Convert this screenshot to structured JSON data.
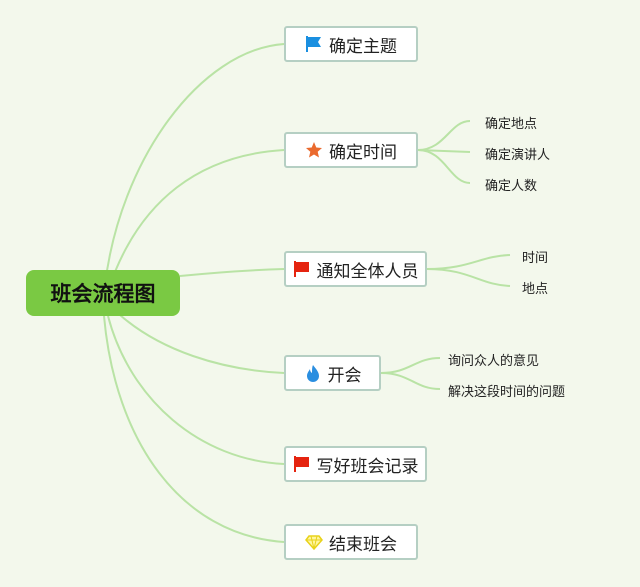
{
  "root": {
    "label": "班会流程图"
  },
  "topics": [
    {
      "label": "确定主题",
      "icon": "blue-flag-icon",
      "color": "#1a8fe0"
    },
    {
      "label": "确定时间",
      "icon": "star-icon",
      "color": "#ea6a2e",
      "subtopics": [
        "确定地点",
        "确定演讲人",
        "确定人数"
      ]
    },
    {
      "label": "通知全体人员",
      "icon": "red-flag-icon",
      "color": "#e52410",
      "subtopics": [
        "时间",
        "地点"
      ]
    },
    {
      "label": "开会",
      "icon": "fire-icon",
      "color": "#2a8ee0",
      "subtopics": [
        "询问众人的意见",
        "解决这段时间的问题"
      ]
    },
    {
      "label": "写好班会记录",
      "icon": "red-flag-icon",
      "color": "#e52410"
    },
    {
      "label": "结束班会",
      "icon": "diamond-icon",
      "color": "#f2e12a"
    }
  ],
  "colors": {
    "line": "#b9e3a5",
    "root": "#7ac943",
    "background": "#f3f8ec"
  }
}
